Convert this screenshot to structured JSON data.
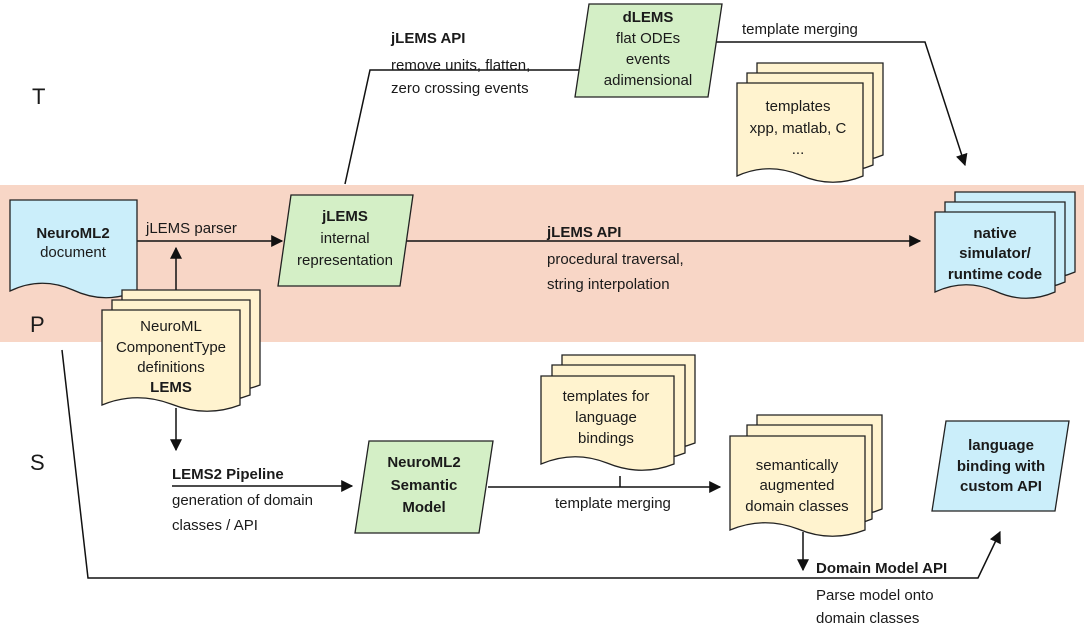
{
  "lanes": {
    "t": "T",
    "p": "P",
    "s": "S"
  },
  "colors": {
    "band": "#f8d6c6",
    "document": "#cbeefa",
    "model": "#d4efc6",
    "template": "#fff3cf"
  },
  "nodes": {
    "neuroml_doc": [
      "NeuroML2",
      "document"
    ],
    "jlems_internal": [
      "jLEMS",
      "internal",
      "representation"
    ],
    "dlems": [
      "dLEMS",
      "flat ODEs",
      "events",
      "adimensional"
    ],
    "templates_top": [
      "templates",
      "xpp, matlab, C",
      "..."
    ],
    "native_code": [
      "native",
      "simulator/",
      "runtime code"
    ],
    "componenttype": [
      "NeuroML",
      "ComponentType",
      "definitions",
      "LEMS"
    ],
    "semantic_model": [
      "NeuroML2",
      "Semantic",
      "Model"
    ],
    "templates_bindings": [
      "templates for",
      "language",
      "bindings"
    ],
    "augmented_classes": [
      "semantically",
      "augmented",
      "domain classes"
    ],
    "language_binding": [
      "language",
      "binding with",
      "custom API"
    ]
  },
  "edges": {
    "jlems_parser": "jLEMS parser",
    "jlems_api_top": {
      "title": "jLEMS API",
      "lines": [
        "remove units, flatten,",
        "zero crossing events"
      ]
    },
    "template_merging_top": "template merging",
    "jlems_api_mid": {
      "title": "jLEMS API",
      "lines": [
        "procedural traversal,",
        "string interpolation"
      ]
    },
    "lems2_pipeline": {
      "title": "LEMS2 Pipeline",
      "lines": [
        "generation of domain",
        "classes / API"
      ]
    },
    "template_merging_bottom": "template merging",
    "domain_model_api": {
      "title": "Domain Model API",
      "lines": [
        "Parse model onto",
        "domain classes"
      ]
    }
  }
}
